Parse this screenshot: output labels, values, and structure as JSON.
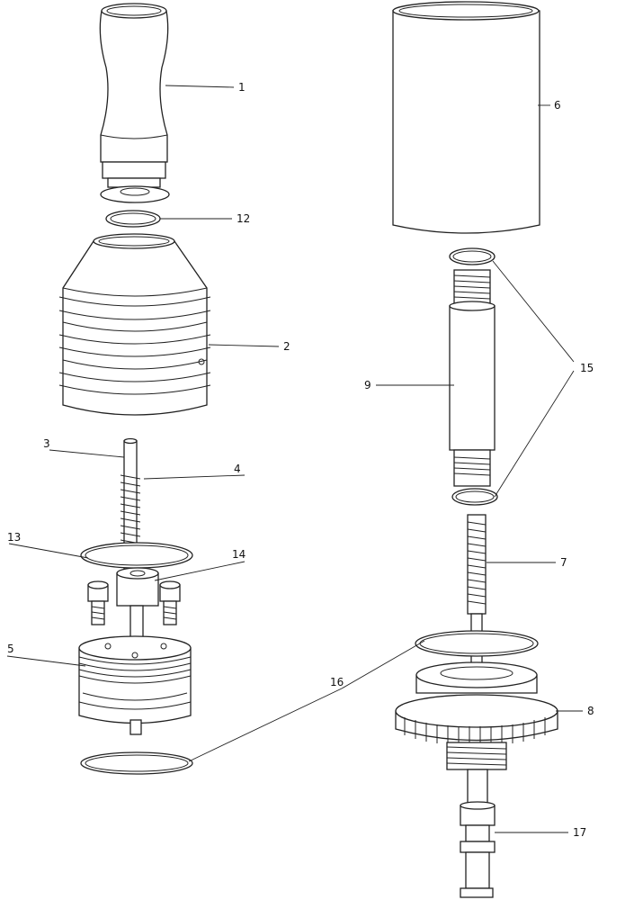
{
  "labels": {
    "mouthpiece": "1",
    "cap": "2",
    "tube": "3",
    "spring": "4",
    "base": "5",
    "outer_sleeve": "6",
    "threaded_rod": "7",
    "knurled_nut": "8",
    "inner_tube": "9",
    "oring_12": "12",
    "oring_13": "13",
    "nut_14": "14",
    "oring_15": "15",
    "oring_16": "16",
    "pin_17": "17"
  }
}
